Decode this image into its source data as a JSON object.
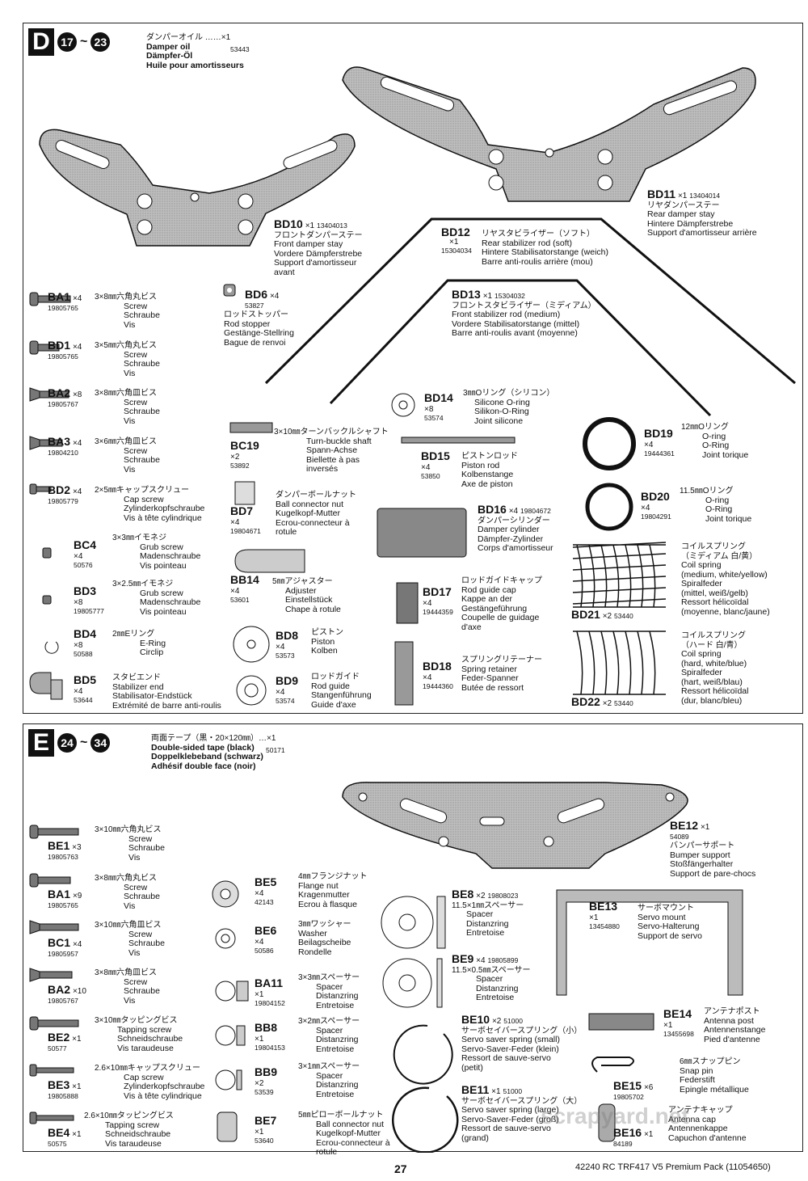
{
  "page_number": "27",
  "footer_right": "42240  RC TRF417 V5 Premium Pack  (11054650)",
  "watermark": "scrapyard.net",
  "sectionD": {
    "letter": "D",
    "step_from": "17",
    "step_to": "23",
    "tilde": "~",
    "supply": [
      "ダンパーオイル ……×1",
      "Damper oil",
      "Dämpfer-Öl",
      "Huile pour amortisseurs"
    ],
    "supply_pn": "53443",
    "parts": [
      {
        "code": "BD10",
        "qty": "×1",
        "pn": "13404013",
        "desc": [
          "フロントダンパーステー",
          "Front damper stay",
          "Vordere Dämpferstrebe",
          "Support d'amortisseur",
          "avant"
        ]
      },
      {
        "code": "BD11",
        "qty": "×1",
        "pn": "13404014",
        "desc": [
          "リヤダンパーステー",
          "Rear damper stay",
          "Hintere Dämpferstrebe",
          "Support d'amortisseur arrière"
        ]
      },
      {
        "code": "BD12",
        "qty": "×1",
        "pn": "15304034",
        "desc": [
          "リヤスタビライザー（ソフト）",
          "Rear stabilizer rod (soft)",
          "Hintere Stabilisatorstange (weich)",
          "Barre anti-roulis arrière (mou)"
        ]
      },
      {
        "code": "BD13",
        "qty": "×1",
        "pn": "15304032",
        "desc": [
          "フロントスタビライザー（ミディアム）",
          "Front stabilizer rod (medium)",
          "Vordere Stabilisatorstange (mittel)",
          "Barre anti-roulis avant (moyenne)"
        ]
      },
      {
        "code": "BA1",
        "qty": "×4",
        "pn": "19805765",
        "desc": [
          "3×8㎜六角丸ビス",
          "Screw",
          "Schraube",
          "Vis"
        ]
      },
      {
        "code": "BD1",
        "qty": "×4",
        "pn": "19805765",
        "desc": [
          "3×5㎜六角丸ビス",
          "Screw",
          "Schraube",
          "Vis"
        ]
      },
      {
        "code": "BA2",
        "qty": "×8",
        "pn": "19805767",
        "desc": [
          "3×8㎜六角皿ビス",
          "Screw",
          "Schraube",
          "Vis"
        ]
      },
      {
        "code": "BA3",
        "qty": "×4",
        "pn": "19804210",
        "desc": [
          "3×6㎜六角皿ビス",
          "Screw",
          "Schraube",
          "Vis"
        ]
      },
      {
        "code": "BD2",
        "qty": "×4",
        "pn": "19805779",
        "desc": [
          "2×5㎜キャップスクリュー",
          "Cap screw",
          "Zylinderkopfschraube",
          "Vis à tête cylindrique"
        ]
      },
      {
        "code": "BC4",
        "qty": "×4",
        "pn": "50576",
        "desc": [
          "3×3㎜イモネジ",
          "Grub screw",
          "Madenschraube",
          "Vis pointeau"
        ]
      },
      {
        "code": "BD3",
        "qty": "×8",
        "pn": "19805777",
        "desc": [
          "3×2.5㎜イモネジ",
          "Grub screw",
          "Madenschraube",
          "Vis pointeau"
        ]
      },
      {
        "code": "BD4",
        "qty": "×8",
        "pn": "50588",
        "desc": [
          "2㎜Eリング",
          "E-Ring",
          "Circlip"
        ]
      },
      {
        "code": "BD5",
        "qty": "×4",
        "pn": "53644",
        "desc": [
          "スタビエンド",
          "Stabilizer end",
          "Stabilisator-Endstück",
          "Extrémité de barre anti-roulis"
        ]
      },
      {
        "code": "BD6",
        "qty": "×4",
        "pn": "53827",
        "desc": [
          "ロッドストッパー",
          "Rod stopper",
          "Gestänge-Stellring",
          "Bague de renvoi"
        ]
      },
      {
        "code": "BC19",
        "qty": "×2",
        "pn": "53892",
        "desc": [
          "3×10㎜ターンバックルシャフト",
          "Turn-buckle shaft",
          "Spann-Achse",
          "Biellette à pas",
          "inversés"
        ]
      },
      {
        "code": "BD7",
        "qty": "×4",
        "pn": "19804671",
        "desc": [
          "ダンパーボールナット",
          "Ball connector nut",
          "Kugelkopf-Mutter",
          "Ecrou-connecteur à",
          "rotule"
        ]
      },
      {
        "code": "BB14",
        "qty": "×4",
        "pn": "53601",
        "desc": [
          "5㎜アジャスター",
          "Adjuster",
          "Einstellstück",
          "Chape à rotule"
        ]
      },
      {
        "code": "BD8",
        "qty": "×4",
        "pn": "53573",
        "desc": [
          "ピストン",
          "Piston",
          "Kolben"
        ]
      },
      {
        "code": "BD9",
        "qty": "×4",
        "pn": "53574",
        "desc": [
          "ロッドガイド",
          "Rod guide",
          "Stangenführung",
          "Guide d'axe"
        ]
      },
      {
        "code": "BD14",
        "qty": "×8",
        "pn": "53574",
        "desc": [
          "3㎜Oリング（シリコン）",
          "Silicone O-ring",
          "Silikon-O-Ring",
          "Joint silicone"
        ]
      },
      {
        "code": "BD15",
        "qty": "×4",
        "pn": "53850",
        "desc": [
          "ピストンロッド",
          "Piston rod",
          "Kolbenstange",
          "Axe de piston"
        ]
      },
      {
        "code": "BD16",
        "qty": "×4",
        "pn": "19804672",
        "desc": [
          "ダンパーシリンダー",
          "Damper cylinder",
          "Dämpfer-Zylinder",
          "Corps d'amortisseur"
        ]
      },
      {
        "code": "BD17",
        "qty": "×4",
        "pn": "19444359",
        "desc": [
          "ロッドガイドキャップ",
          "Rod guide cap",
          "Kappe an der",
          "Gestängeführung",
          "Coupelle de guidage",
          "d'axe"
        ]
      },
      {
        "code": "BD18",
        "qty": "×4",
        "pn": "19444360",
        "desc": [
          "スプリングリテーナー",
          "Spring retainer",
          "Feder-Spanner",
          "Butée de ressort"
        ]
      },
      {
        "code": "BD19",
        "qty": "×4",
        "pn": "19444361",
        "desc": [
          "12㎜Oリング",
          "O-ring",
          "O-Ring",
          "Joint torique"
        ]
      },
      {
        "code": "BD20",
        "qty": "×4",
        "pn": "19804291",
        "desc": [
          "11.5㎜Oリング",
          "O-ring",
          "O-Ring",
          "Joint torique"
        ]
      },
      {
        "code": "BD21",
        "qty": "×2",
        "pn": "53440",
        "desc": [
          "コイルスプリング",
          "（ミディアム 白/黄）",
          "Coil spring",
          "(medium, white/yellow)",
          "Spiralfeder",
          "(mittel, weiß/gelb)",
          "Ressort hélicoïdal",
          "(moyenne, blanc/jaune)"
        ]
      },
      {
        "code": "BD22",
        "qty": "×2",
        "pn": "53440",
        "desc": [
          "コイルスプリング",
          "（ハード 白/青）",
          "Coil spring",
          "(hard, white/blue)",
          "Spiralfeder",
          "(hart, weiß/blau)",
          "Ressort hélicoïdal",
          "(dur, blanc/bleu)"
        ]
      }
    ]
  },
  "sectionE": {
    "letter": "E",
    "step_from": "24",
    "step_to": "34",
    "tilde": "~",
    "supply": [
      "両面テープ（黒・20×120㎜）…×1",
      "Double-sided tape (black)",
      "Doppelklebeband (schwarz)",
      "Adhésif double face (noir)"
    ],
    "supply_pn": "50171",
    "parts": [
      {
        "code": "BE12",
        "qty": "×1",
        "pn": "54089",
        "desc": [
          "バンパーサポート",
          "Bumper support",
          "Stoßfängerhalter",
          "Support de pare-chocs"
        ]
      },
      {
        "code": "BE1",
        "qty": "×3",
        "pn": "19805763",
        "desc": [
          "3×10㎜六角丸ビス",
          "Screw",
          "Schraube",
          "Vis"
        ]
      },
      {
        "code": "BA1",
        "qty": "×9",
        "pn": "19805765",
        "desc": [
          "3×8㎜六角丸ビス",
          "Screw",
          "Schraube",
          "Vis"
        ]
      },
      {
        "code": "BC1",
        "qty": "×4",
        "pn": "19805957",
        "desc": [
          "3×10㎜六角皿ビス",
          "Screw",
          "Schraube",
          "Vis"
        ]
      },
      {
        "code": "BA2",
        "qty": "×10",
        "pn": "19805767",
        "desc": [
          "3×8㎜六角皿ビス",
          "Screw",
          "Schraube",
          "Vis"
        ]
      },
      {
        "code": "BE2",
        "qty": "×1",
        "pn": "50577",
        "desc": [
          "3×10㎜タッピングビス",
          "Tapping screw",
          "Schneidschraube",
          "Vis taraudeuse"
        ]
      },
      {
        "code": "BE3",
        "qty": "×1",
        "pn": "19805888",
        "desc": [
          "2.6×10㎜キャップスクリュー",
          "Cap screw",
          "Zylinderkopfschraube",
          "Vis à tête cylindrique"
        ]
      },
      {
        "code": "BE4",
        "qty": "×1",
        "pn": "50575",
        "desc": [
          "2.6×10㎜タッピングビス",
          "Tapping screw",
          "Schneidschraube",
          "Vis taraudeuse"
        ]
      },
      {
        "code": "BE5",
        "qty": "×4",
        "pn": "42143",
        "desc": [
          "4㎜フランジナット",
          "Flange nut",
          "Kragenmutter",
          "Ecrou à flasque"
        ]
      },
      {
        "code": "BE6",
        "qty": "×4",
        "pn": "50586",
        "desc": [
          "3㎜ワッシャー",
          "Washer",
          "Beilagscheibe",
          "Rondelle"
        ]
      },
      {
        "code": "BA11",
        "qty": "×1",
        "pn": "19804152",
        "desc": [
          "3×3㎜スペーサー",
          "Spacer",
          "Distanzring",
          "Entretoise"
        ]
      },
      {
        "code": "BB8",
        "qty": "×1",
        "pn": "19804153",
        "desc": [
          "3×2㎜スペーサー",
          "Spacer",
          "Distanzring",
          "Entretoise"
        ]
      },
      {
        "code": "BB9",
        "qty": "×2",
        "pn": "53539",
        "desc": [
          "3×1㎜スペーサー",
          "Spacer",
          "Distanzring",
          "Entretoise"
        ]
      },
      {
        "code": "BE7",
        "qty": "×1",
        "pn": "53640",
        "desc": [
          "5㎜ピローボールナット",
          "Ball connector nut",
          "Kugelkopf-Mutter",
          "Ecrou-connecteur à",
          "rotule"
        ]
      },
      {
        "code": "BE8",
        "qty": "×2",
        "pn": "19808023",
        "desc": [
          "11.5×1㎜スペーサー",
          "Spacer",
          "Distanzring",
          "Entretoise"
        ]
      },
      {
        "code": "BE9",
        "qty": "×4",
        "pn": "19805899",
        "desc": [
          "11.5×0.5㎜スペーサー",
          "Spacer",
          "Distanzring",
          "Entretoise"
        ]
      },
      {
        "code": "BE10",
        "qty": "×2",
        "pn": "51000",
        "desc": [
          "サーボセイバースプリング（小）",
          "Servo saver spring (small)",
          "Servo-Saver-Feder (klein)",
          "Ressort de sauve-servo",
          "(petit)"
        ]
      },
      {
        "code": "BE11",
        "qty": "×1",
        "pn": "51000",
        "desc": [
          "サーボセイバースプリング（大）",
          "Servo saver spring (large)",
          "Servo-Saver-Feder (groß)",
          "Ressort de sauve-servo",
          "(grand)"
        ]
      },
      {
        "code": "BE13",
        "qty": "×1",
        "pn": "13454880",
        "desc": [
          "サーボマウント",
          "Servo mount",
          "Servo-Halterung",
          "Support de servo"
        ]
      },
      {
        "code": "BE14",
        "qty": "×1",
        "pn": "13455698",
        "desc": [
          "アンテナポスト",
          "Antenna post",
          "Antennenstange",
          "Pied d'antenne"
        ]
      },
      {
        "code": "BE15",
        "qty": "×6",
        "pn": "19805702",
        "desc": [
          "6㎜スナップピン",
          "Snap pin",
          "Federstift",
          "Epingle métallique"
        ]
      },
      {
        "code": "BE16",
        "qty": "×1",
        "pn": "84189",
        "desc": [
          "アンテナキャップ",
          "Antenna cap",
          "Antennenkappe",
          "Capuchon d'antenne"
        ]
      }
    ]
  }
}
